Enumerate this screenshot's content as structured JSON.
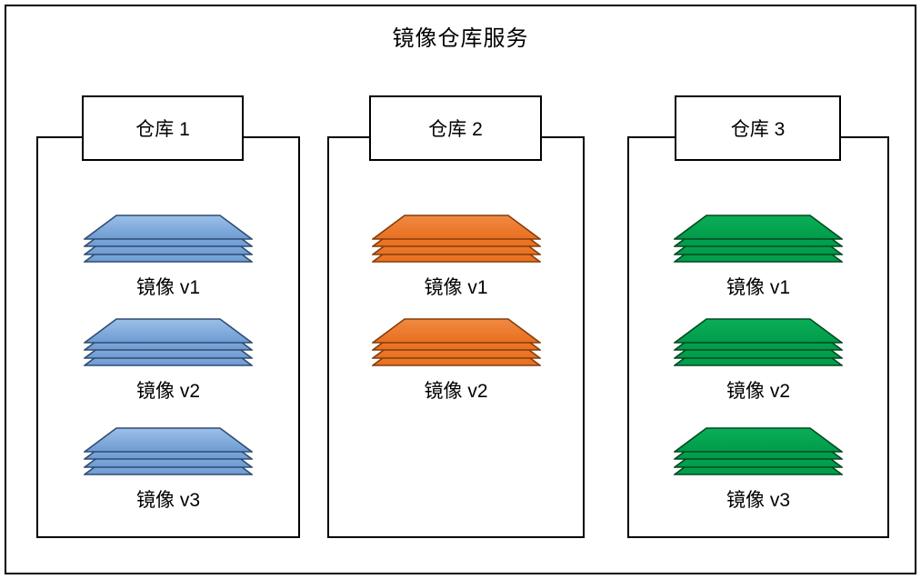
{
  "diagram": {
    "title": "镜像仓库服务",
    "type": "container-stack-diagram",
    "frame_color": "#000000",
    "background": "#ffffff"
  },
  "repositories": [
    {
      "name": "仓库 1",
      "accent_color": "#7BA7D8",
      "accent_fill_top": "#9CC0E8",
      "accent_fill_bottom": "#6E9BD2",
      "accent_stroke": "#2E4C73",
      "images": [
        {
          "label": "镜像 v1",
          "layers": 4
        },
        {
          "label": "镜像 v2",
          "layers": 4
        },
        {
          "label": "镜像 v3",
          "layers": 4
        }
      ]
    },
    {
      "name": "仓库 2",
      "accent_color": "#ED7D31",
      "accent_fill_top": "#F08A42",
      "accent_fill_bottom": "#E8701F",
      "accent_stroke": "#843C0C",
      "images": [
        {
          "label": "镜像 v1",
          "layers": 4
        },
        {
          "label": "镜像 v2",
          "layers": 4
        }
      ]
    },
    {
      "name": "仓库 3",
      "accent_color": "#00A651",
      "accent_fill_top": "#0BAE58",
      "accent_fill_bottom": "#009B4A",
      "accent_stroke": "#00491F",
      "images": [
        {
          "label": "镜像 v1",
          "layers": 4
        },
        {
          "label": "镜像 v2",
          "layers": 4
        },
        {
          "label": "镜像 v3",
          "layers": 4
        }
      ]
    }
  ]
}
